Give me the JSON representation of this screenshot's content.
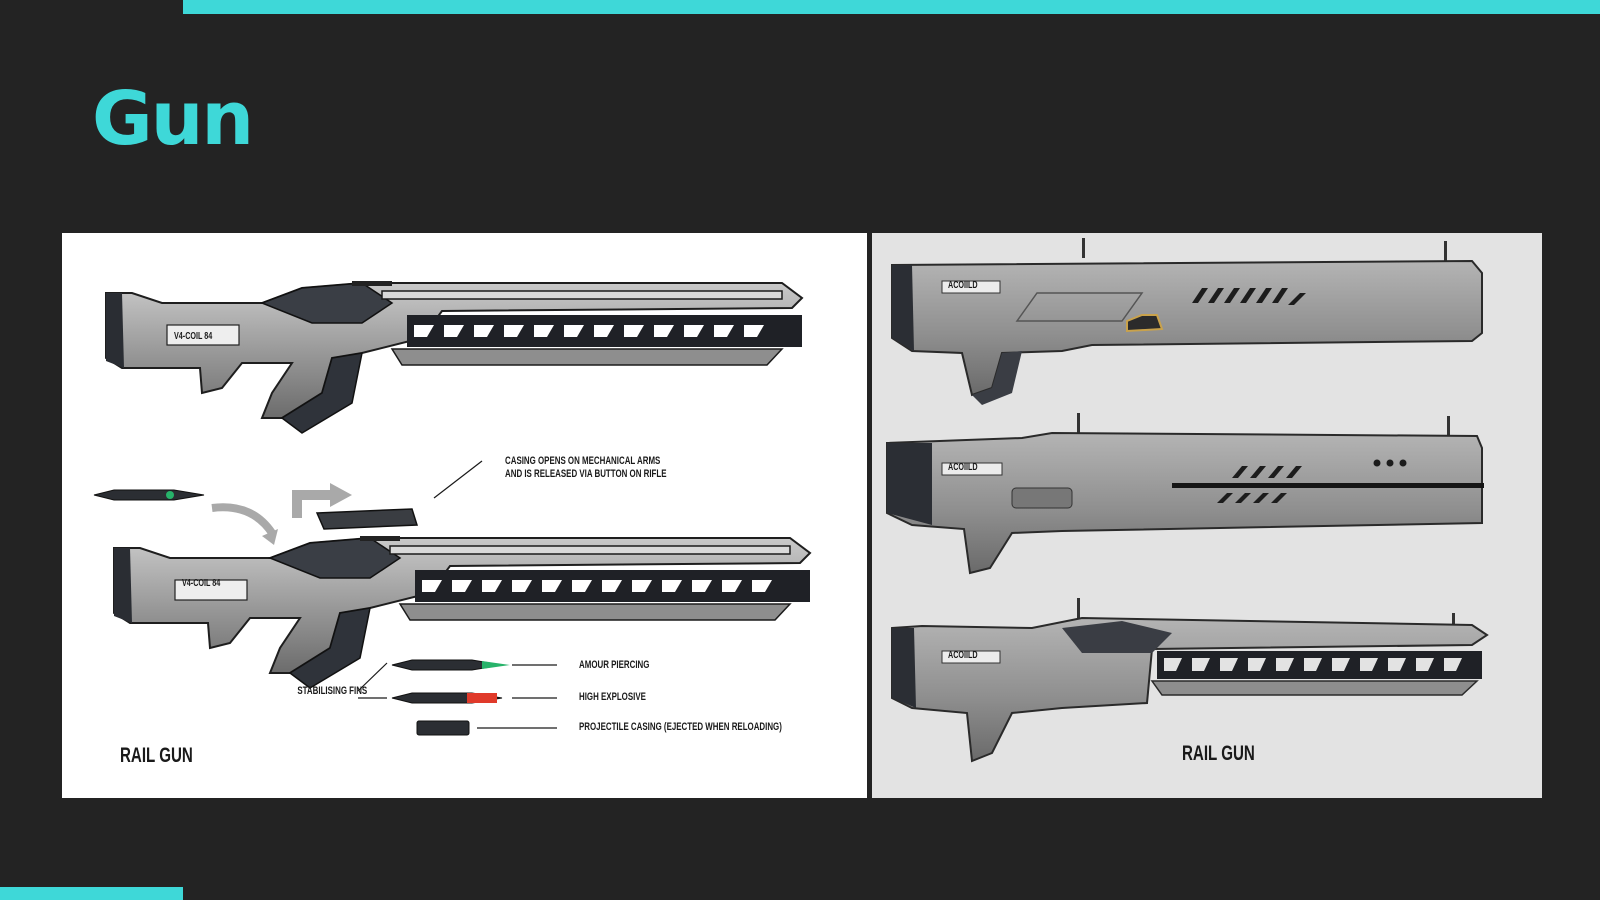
{
  "slide": {
    "title": "Gun"
  },
  "left_panel": {
    "casing_note": "CASING OPENS ON MECHANICAL ARMS AND IS RELEASED VIA BUTTON ON RIFLE",
    "stabilising_fins": "STABILISING FINS",
    "ammo": [
      {
        "label": "AMOUR PIERCING"
      },
      {
        "label": "HIGH EXPLOSIVE"
      },
      {
        "label": "PROJECTILE CASING (EJECTED WHEN RELOADING)"
      }
    ],
    "caption": "RAIL GUN",
    "engraving": "V4-COIL 84"
  },
  "right_panel": {
    "engraving": "ACOIILD",
    "caption": "RAIL GUN"
  },
  "colors": {
    "accent": "#3ed8d8",
    "background": "#232323",
    "explosive_tip": "#e03a2a",
    "piercing_tip": "#27b36a"
  }
}
